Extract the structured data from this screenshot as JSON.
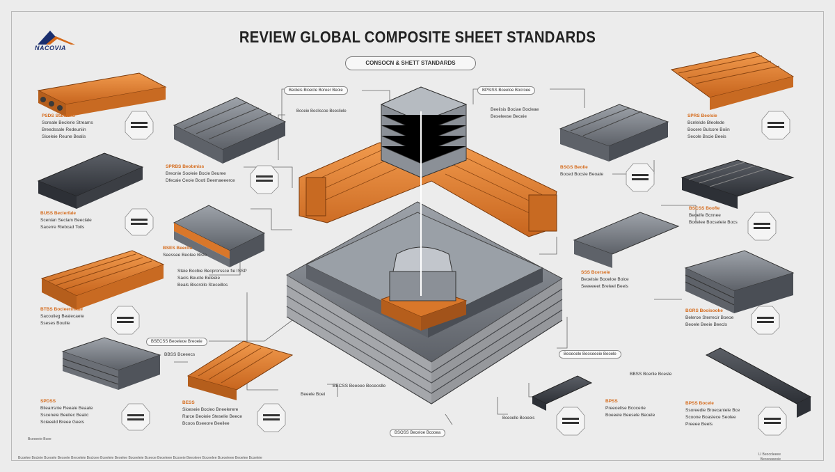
{
  "title": "REVIEW GLOBAL COMPOSITE SHEET STANDARDS",
  "subtitle": "CONSOCN & SHETT STANDARDS",
  "logo": {
    "text": "NACOVIA",
    "color": "#1a2e6e",
    "accent": "#d56a1a"
  },
  "colors": {
    "orange": "#d9772a",
    "gray": "#6f737a",
    "dark": "#3e4147",
    "line": "#555555"
  },
  "callouts_left": [
    {
      "hd": "PSDS Standard",
      "l1": "Soreale Beclerie Streams",
      "l2": "Breedssale Redeuniin",
      "l3": "Siceleie Reune Bealis"
    },
    {
      "hd": "BUSS Beclerfale",
      "l1": "Scenlan Seclam Beeclale",
      "l2": "Sacerre Riebcad Toils"
    },
    {
      "hd": "BTBS Bocleerinrate",
      "l1": "Sacoulieg Bealecaete",
      "l2": "Sseses Bouilie"
    },
    {
      "hd": "SPDSS",
      "l1": "Bilearrsnie Reeale Beaate",
      "l2": "Sscenele Beeilec Beaiic",
      "l3": "Scieeeld Breee Geeis"
    }
  ],
  "callouts_mid_left": [
    {
      "hd": "SPRBS Beobmiss",
      "l1": "Breonie Sooleie Bocle Beuree",
      "l2": "Dfecaie Ceoie Booti Beemaeeerce"
    },
    {
      "hd": "BSES Beeclia",
      "l1": "Seessee Beolee Bisle"
    },
    {
      "hd": "",
      "l1": "Steie Bocbie Becprorssce fie ISSP",
      "l2": "Sacis Beucle Beleeie",
      "l3": "Beals Biscrollo Steceillos"
    },
    {
      "hd": "BESS",
      "l1": "Sioeseie Bocleo Bneelerere",
      "l2": "Rarce Beoieie Steselie Beece",
      "l3": "Bcoos Bseeore Beeilee"
    }
  ],
  "callouts_right": [
    {
      "hd": "SPRS Beolsie",
      "l1": "Bcnlelcle Bleolede",
      "l2": "Bocere Bulcore Boiin",
      "l3": "Secole Bscie Beeis"
    },
    {
      "hd": "BSCSS Boofle",
      "l1": "Beoelfe Bcnnee",
      "l2": "Bocelee Bocseleie Bocs"
    },
    {
      "hd": "BGRS Booisooke",
      "l1": "Beleroe Sterrecir Boeoe",
      "l2": "Beoele Beeie Beecls"
    },
    {
      "hd": "BPSS Bocele",
      "l1": "Ssoreedie Broecaniele Bce",
      "l2": "Scoone Boaslece Seolee",
      "l3": "Preeee Beels"
    }
  ],
  "callouts_mid_right": [
    {
      "hd": "BSGS Beolie",
      "l1": "Boced Bocsle Beoate"
    },
    {
      "hd": "",
      "l1": "Beeilsis Bociae Bocleae",
      "l2": "Beseleese Beceie"
    },
    {
      "hd": "SSS Bcerseie",
      "l1": "Beoelsie Booeloe Boice",
      "l2": "Seeeeeet Breleel Beeis"
    },
    {
      "hd": "BPSS",
      "l1": "Preeoelise Bcocerie",
      "l2": "Boeeele Beesele Beoele"
    }
  ],
  "pills": [
    "Beoleis Bioecle Boreer Beoie",
    "BPSISS Boeeloe Bocroee",
    "Bcoeie Bocliscoe Beecliele",
    "BSECSS Beoeleoe Breoeie",
    "Beoeoele Beoseeeie Beoele",
    "BSOSS Beceloe Bcooea",
    "Bceoelle Beoeeis"
  ],
  "mid_note": "BECSS Beeeee Beceoslle",
  "cn_note": "BBSS Bceeecs",
  "center_note": "Beeele Boei",
  "right_note": "BBSS Bcerlie Bcesle",
  "footer": "Bcoelee Bocleie Bceoele Beceele Breoeleie Bocloee Bceeleie Beoelee Boceeleie Bceeoe Beoeleee Bcooeie Beeoleee Boceelee Bceoeleee Beoelee Bcoeleie",
  "footer_right": [
    "LI Beocoleeee",
    "Beceoeeeoie"
  ],
  "corner": "Bceoeeie Bcee"
}
